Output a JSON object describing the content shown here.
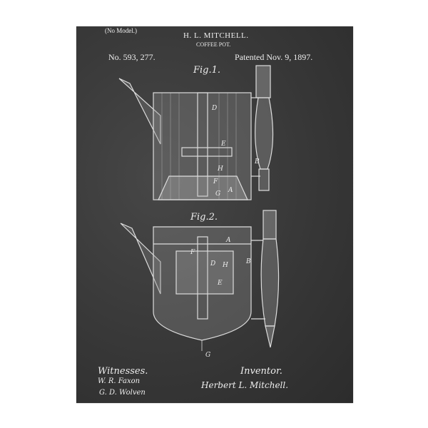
{
  "header": {
    "model": "(No Model.)",
    "inventor_name": "H. L. MITCHELL.",
    "title": "COFFEE POT.",
    "patent_number": "No. 593, 277.",
    "patent_date": "Patented Nov. 9, 1897."
  },
  "figures": [
    {
      "label": "Fig.1.",
      "letters": [
        "D",
        "E",
        "B",
        "H",
        "F",
        "A",
        "G"
      ]
    },
    {
      "label": "Fig.2.",
      "letters": [
        "A",
        "F",
        "D",
        "H",
        "B",
        "E",
        "G"
      ]
    }
  ],
  "footer": {
    "witnesses_label": "Witnesses.",
    "witness_signatures": [
      "W. R. Faxon",
      "G. D. Wolven"
    ],
    "inventor_label": "Inventor.",
    "inventor_signature": "Herbert L. Mitchell."
  },
  "colors": {
    "board": "#3a3a3a",
    "chalk": "#e8e8e8",
    "background": "#ffffff"
  }
}
